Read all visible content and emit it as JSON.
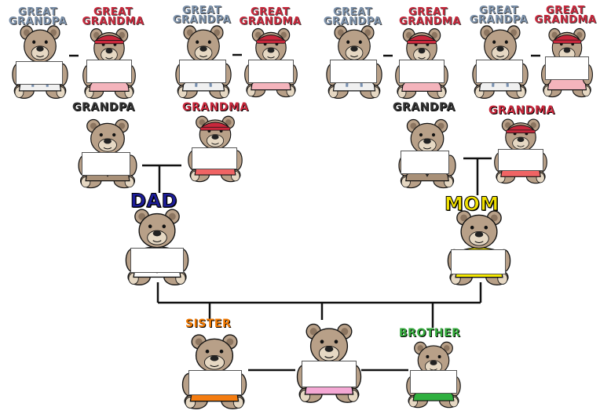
{
  "labels": {
    "great_grandpa": "GREAT GRANDPA",
    "great_grandma": "GREAT GRANDMA",
    "grandpa": "GRANDPA",
    "grandma": "GRANDMA",
    "dad": "DAD",
    "mom": "MOM",
    "sister": "SISTER",
    "brother": "BROTHER"
  },
  "colors": {
    "fur": "#b8a088",
    "fur_dark": "#8c7560",
    "muzzle": "#e6d8c3",
    "grandpa_label": "#333333",
    "grandma_label": "#c8283c",
    "great_grandpa_label": "#7a8fa8",
    "great_grandma_label": "#c8283c",
    "dad_label": "#1d1d9a",
    "mom_label": "#f0e000",
    "sister_label": "#f07800",
    "brother_label": "#34a83c",
    "grandma_shirt": "#f06464",
    "great_grandma_shirt": "#f4b4bc",
    "dad_shirt": "#ffffff",
    "mom_shirt": "#f4e800",
    "sister_shirt": "#f47c10",
    "me_shirt": "#f4a8d4",
    "brother_shirt": "#30b040"
  },
  "icons": {
    "bear": "teddy-bear-icon",
    "sign": "blank-name-sign"
  }
}
